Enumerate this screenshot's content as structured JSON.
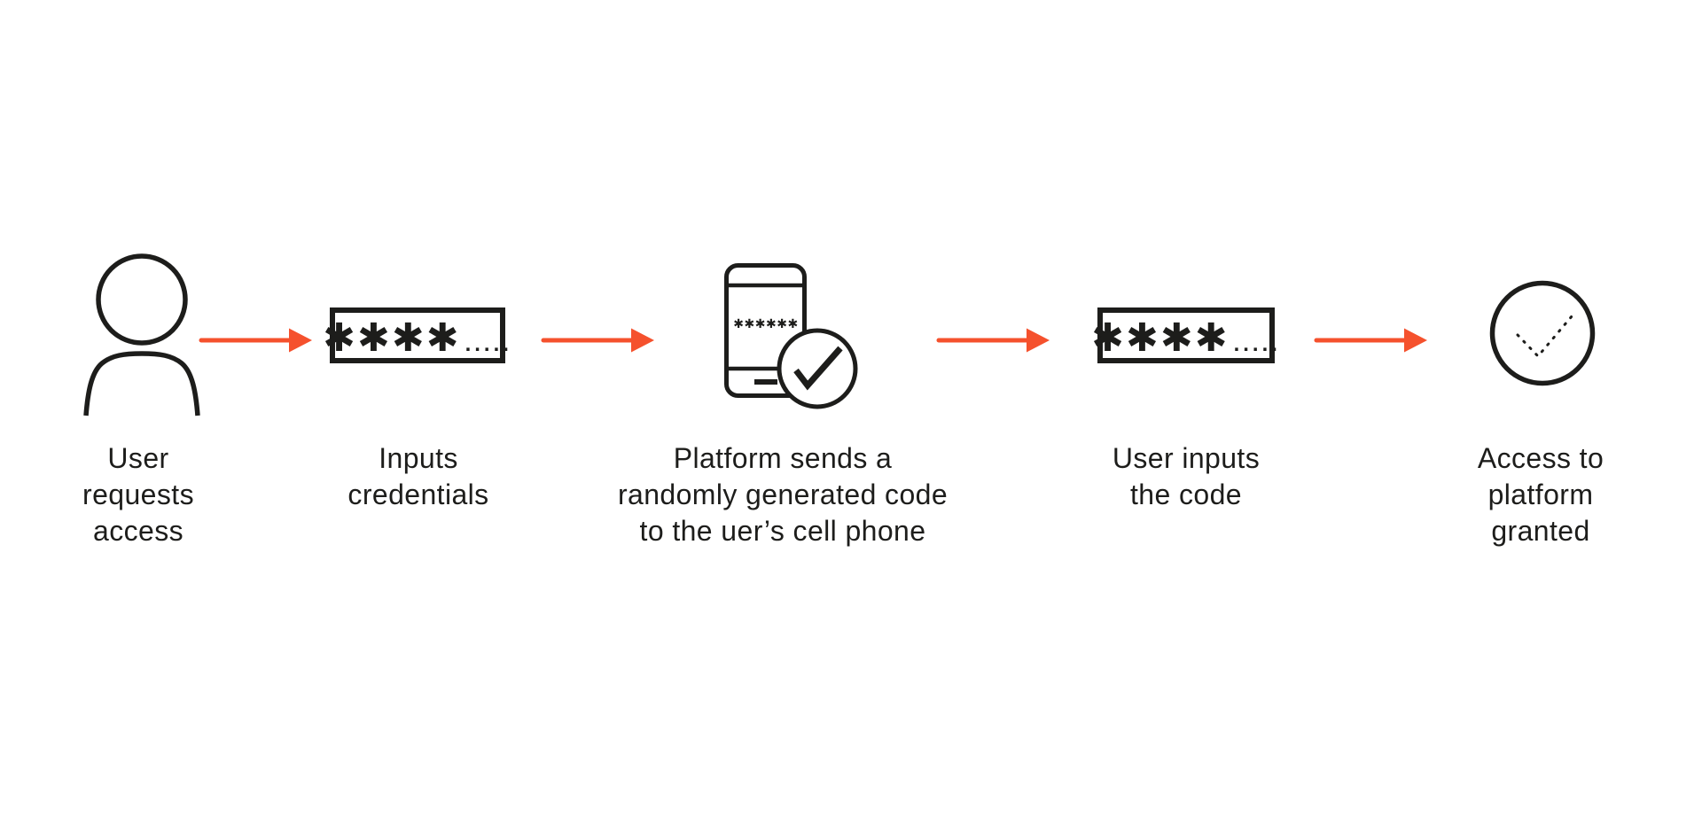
{
  "colors": {
    "arrow_accent": "#F5512D",
    "ink": "#1D1D1B",
    "background": "#FFFFFF"
  },
  "steps": [
    {
      "icon": "person",
      "caption_lines": [
        "User",
        "requests",
        "access"
      ]
    },
    {
      "icon": "password-field",
      "masked_value": "✱✱✱✱",
      "trailing_dots": ".....",
      "caption_lines": [
        "Inputs",
        "credentials"
      ]
    },
    {
      "icon": "phone-with-code-and-check",
      "code_masked": "✱✱✱✱✱✱",
      "caption_lines": [
        "Platform sends a",
        "randomly generated code",
        "to the uer’s cell phone"
      ]
    },
    {
      "icon": "password-field",
      "masked_value": "✱✱✱✱",
      "trailing_dots": ".....",
      "caption_lines": [
        "User inputs",
        "the code"
      ]
    },
    {
      "icon": "check-circle-dotted",
      "caption_lines": [
        "Access to",
        "platform",
        "granted"
      ]
    }
  ]
}
